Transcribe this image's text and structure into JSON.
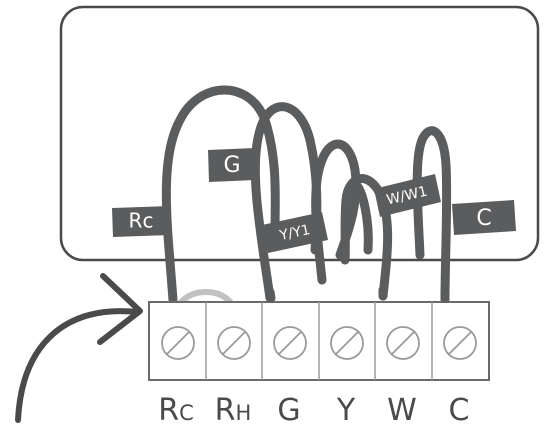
{
  "wire_tags": {
    "rc": "Rc",
    "g": "G",
    "y": "Y/Y1",
    "w": "W/W1",
    "c": "C"
  },
  "terminals": [
    {
      "main": "R",
      "sub": "C"
    },
    {
      "main": "R",
      "sub": "H"
    },
    {
      "main": "G",
      "sub": ""
    },
    {
      "main": "Y",
      "sub": ""
    },
    {
      "main": "W",
      "sub": ""
    },
    {
      "main": "C",
      "sub": ""
    }
  ],
  "colors": {
    "wire": "#5a5c5e",
    "jumper": "#bfc1c3",
    "outline": "#4a4a4a",
    "tag": "#5a5c5e"
  },
  "icons": {
    "arrow": "curved-arrow-icon",
    "screw": "screw-icon"
  }
}
